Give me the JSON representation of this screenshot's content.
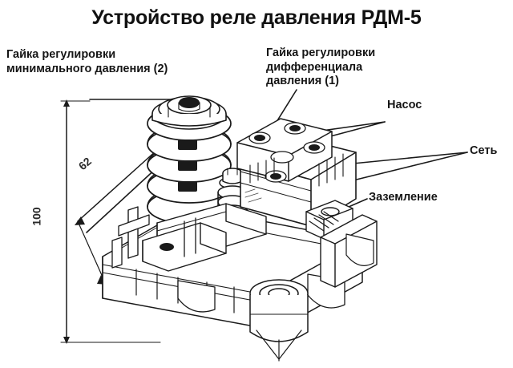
{
  "title": "Устройство реле давления РДМ-5",
  "labels": {
    "min_pressure_nut": "Гайка регулировки\nминимального давления (2)",
    "differential_nut": "Гайка регулировки\nдифференциала\nдавления (1)",
    "pump": "Насос",
    "mains": "Сеть",
    "ground": "Заземление"
  },
  "dimensions": {
    "height": "100",
    "width": "62"
  },
  "colors": {
    "background": "#ffffff",
    "ink": "#1a1a1a",
    "title": "#111111",
    "dimension": "#2a2a2a"
  },
  "diagram": {
    "type": "technical-line-drawing",
    "subject": "pressure-relay-rdm-5",
    "view": "isometric-exploded-outline",
    "components": [
      "main-pressure-spring",
      "min-pressure-adjustment-nut",
      "differential-spring",
      "differential-adjustment-nut",
      "terminal-block",
      "screw-terminals",
      "ground-terminal",
      "base-plate",
      "pressure-port"
    ]
  }
}
